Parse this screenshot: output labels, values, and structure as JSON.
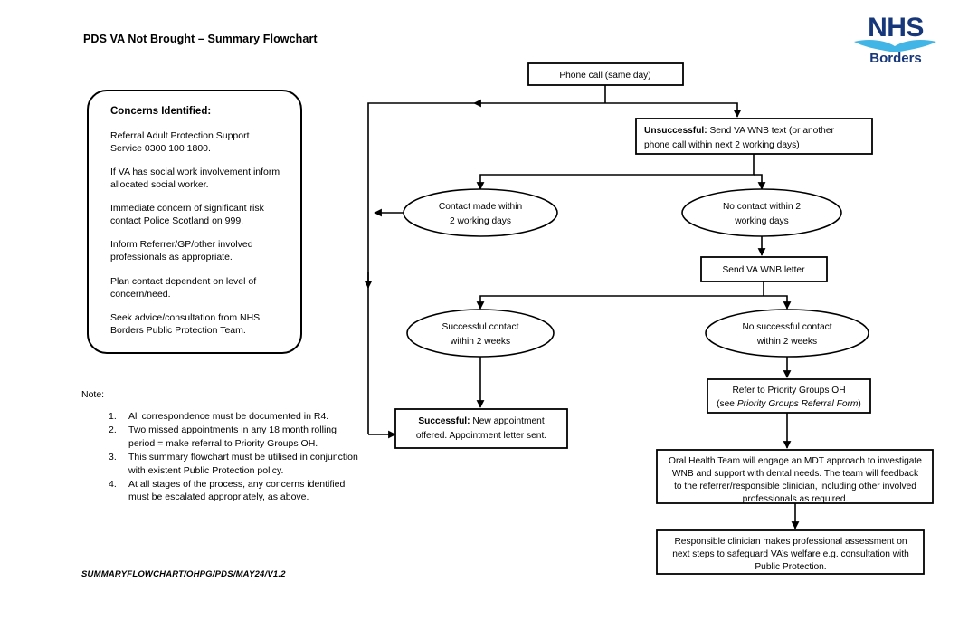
{
  "document": {
    "title": "PDS VA Not Brought – Summary Flowchart",
    "footer_reference": "SUMMARYFLOWCHART/OHPG/PDS/MAY24/V1.2"
  },
  "logo": {
    "name": "nhs-borders-logo",
    "primary_text": "NHS",
    "secondary_text": "Borders",
    "navy": "#17377b",
    "light_blue": "#41b6e6"
  },
  "concerns_panel": {
    "heading": "Concerns Identified:",
    "items": [
      "Referral Adult Protection Support Service 0300 100 1800.",
      "If VA has social work involvement inform allocated social worker.",
      "Immediate concern of significant risk contact Police Scotland on 999.",
      "Inform Referrer/GP/other involved professionals as appropriate.",
      "Plan contact dependent on level of concern/need.",
      "Seek advice/consultation from NHS Borders Public Protection Team."
    ]
  },
  "notes": {
    "label": "Note:",
    "items": [
      {
        "num": "1.",
        "text": "All correspondence must be documented in R4."
      },
      {
        "num": "2.",
        "text": "Two missed appointments in any 18 month rolling period = make referral to Priority Groups OH."
      },
      {
        "num": "3.",
        "text": "This summary flowchart must be utilised in conjunction with existent Public Protection policy."
      },
      {
        "num": "4.",
        "text": "At all stages of the process, any concerns identified must be escalated appropriately, as above."
      }
    ]
  },
  "flowchart": {
    "nodes": {
      "phone_call": {
        "shape": "rect",
        "lines": [
          "Phone call (same day)"
        ]
      },
      "unsuccessful": {
        "shape": "rect",
        "line1_bold": "Unsuccessful:",
        "line1_rest": " Send VA WNB text (or another",
        "line2": "phone call within next 2 working days)"
      },
      "contact_made": {
        "shape": "ellipse",
        "line1": "Contact made within",
        "line2": "2 working days"
      },
      "no_contact": {
        "shape": "ellipse",
        "line1": "No contact within 2",
        "line2": "working days"
      },
      "send_letter": {
        "shape": "rect",
        "lines": [
          "Send VA WNB letter"
        ]
      },
      "successful_contact": {
        "shape": "ellipse",
        "line1": "Successful contact",
        "line2": "within 2 weeks"
      },
      "no_successful_contact": {
        "shape": "ellipse",
        "line1": "No successful contact",
        "line2": "within 2 weeks"
      },
      "successful_outcome": {
        "shape": "rect",
        "line1_bold": "Successful:",
        "line1_rest": " New appointment",
        "line2": "offered. Appointment letter sent."
      },
      "refer_priority": {
        "shape": "rect",
        "line1": "Refer to Priority Groups OH",
        "line2_pre": "(see ",
        "line2_italic": "Priority Groups Referral Form",
        "line2_post": ")"
      },
      "oral_health_team": {
        "shape": "rect",
        "line1": "Oral Health Team will engage an MDT approach to investigate",
        "line2": "WNB and support with dental needs. The team will feedback",
        "line3": "to the referrer/responsible clinician, including other involved",
        "line4": "professionals as required."
      },
      "responsible_clinician": {
        "shape": "rect",
        "line1": "Responsible clinician makes professional assessment on",
        "line2": "next steps to safeguard VA’s welfare e.g. consultation with",
        "line3": "Public Protection."
      }
    }
  }
}
